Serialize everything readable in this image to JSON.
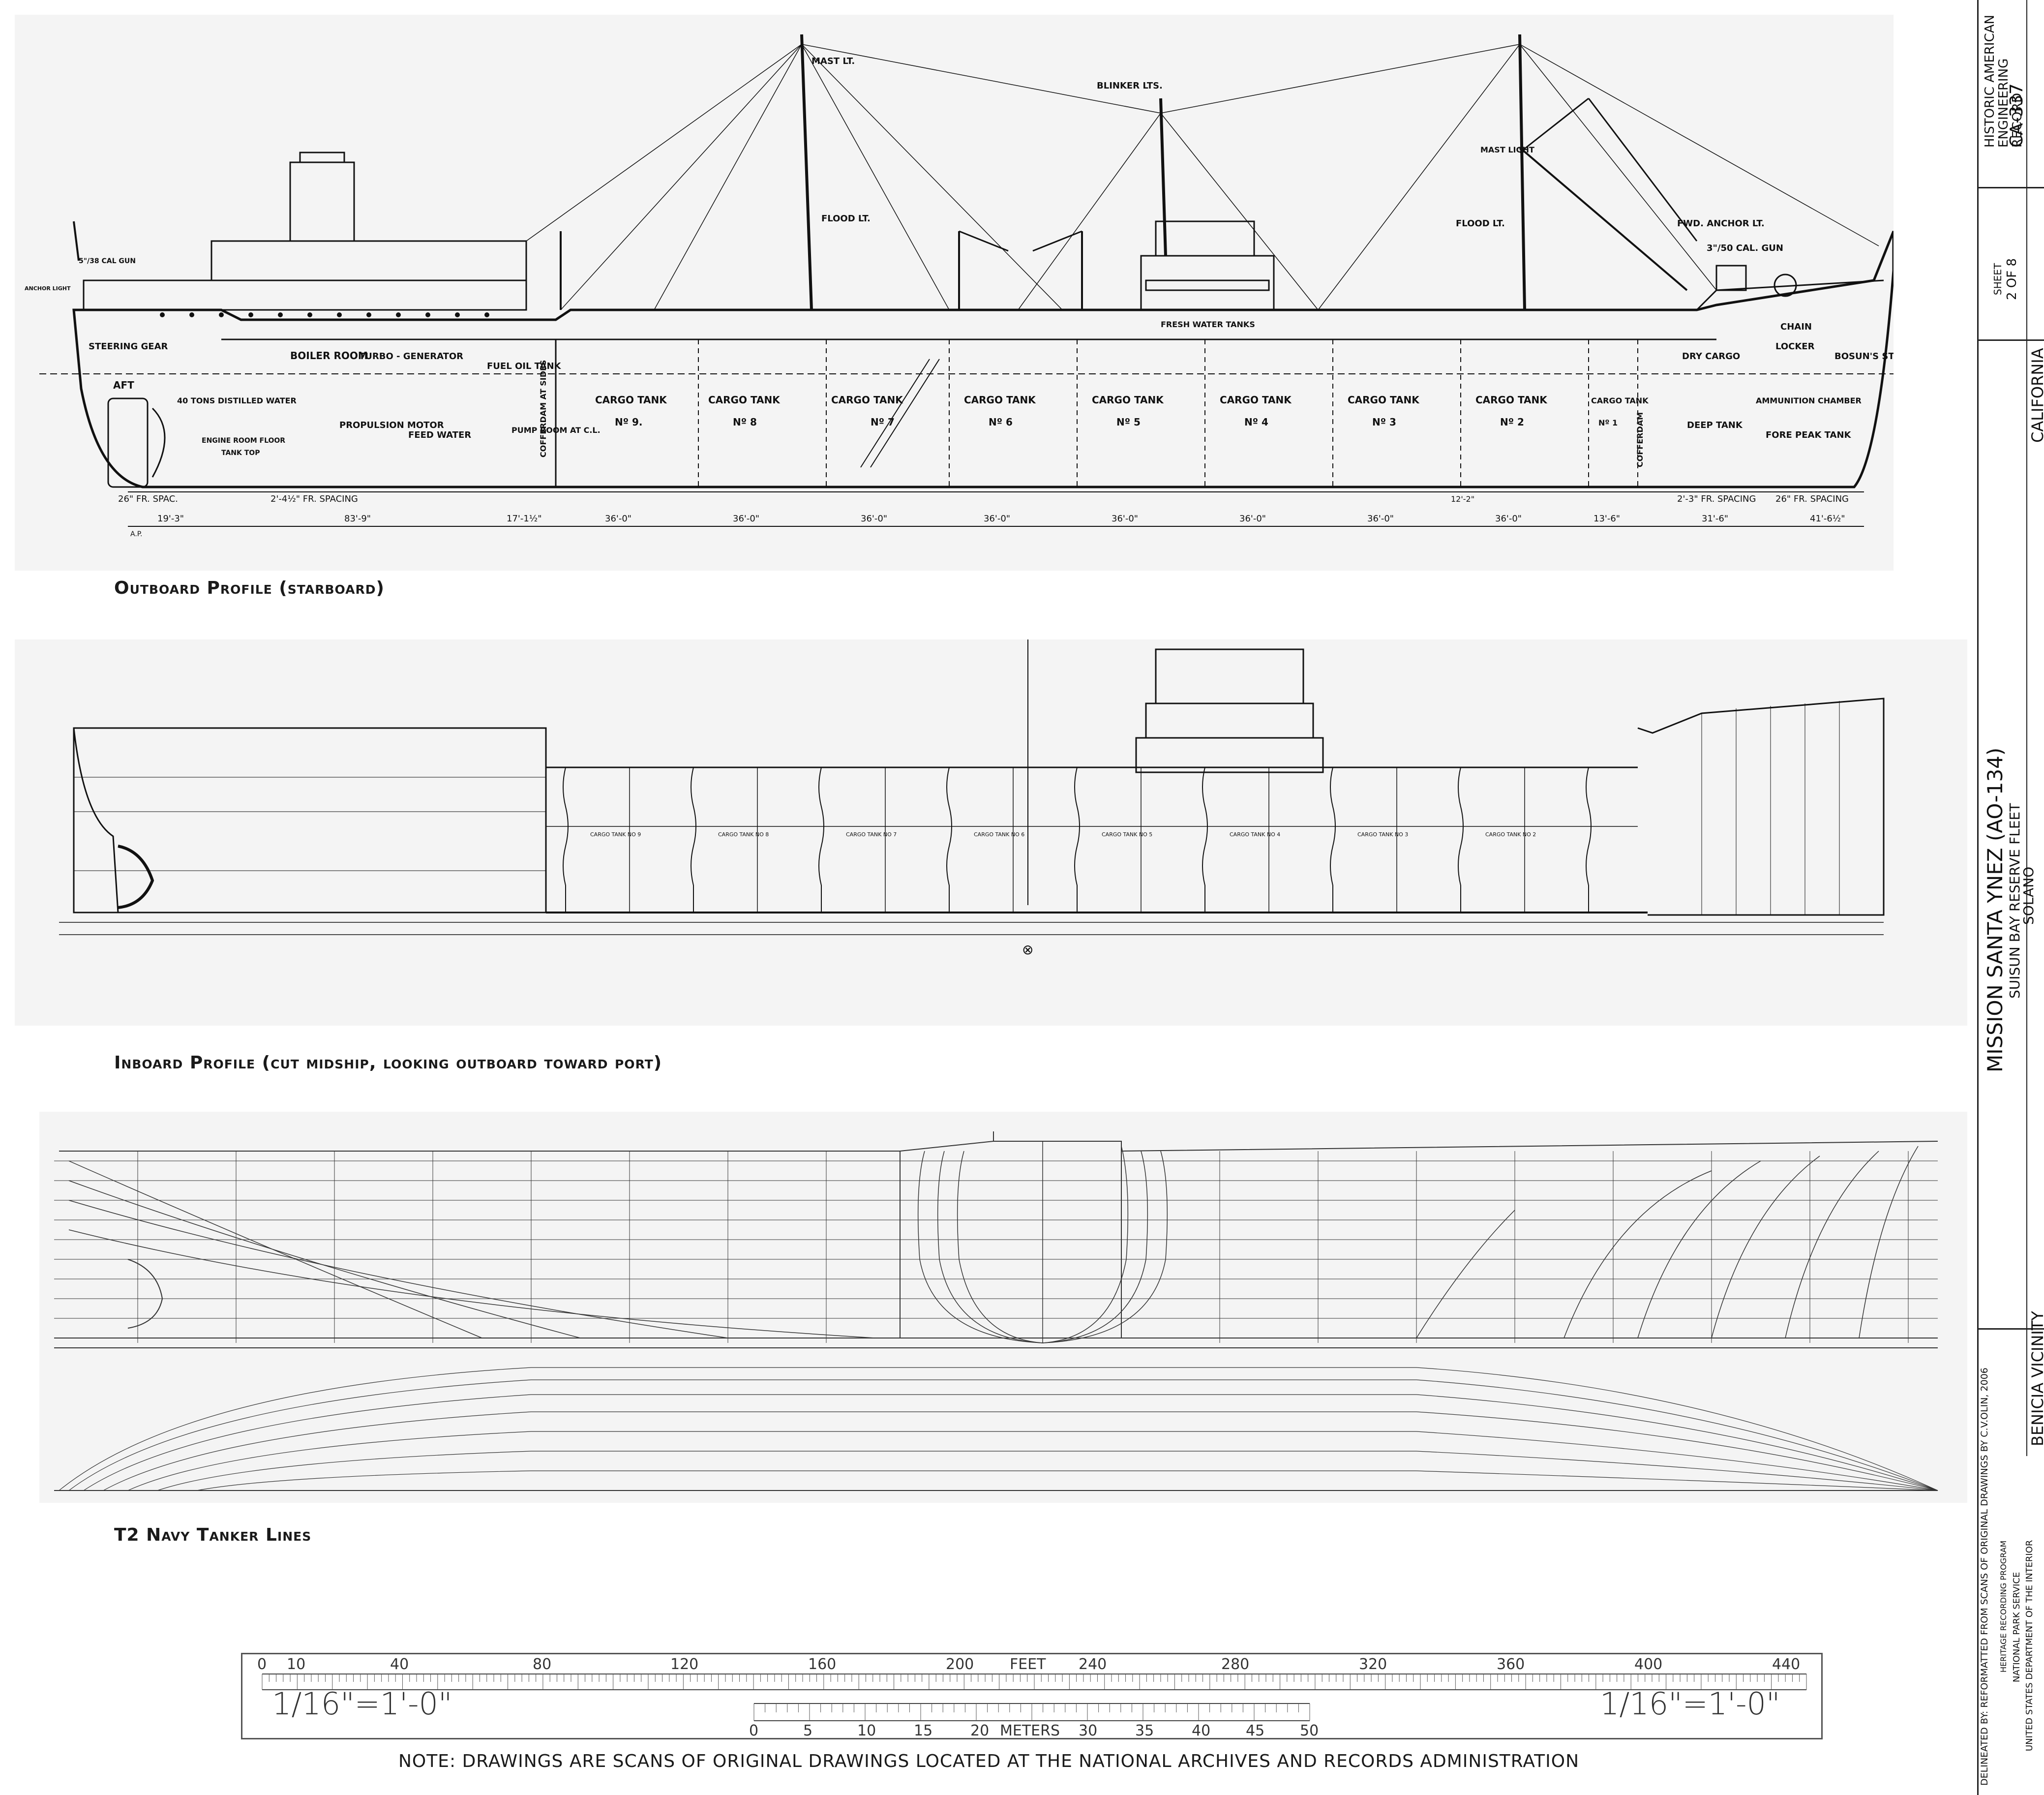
{
  "outboard": {
    "caption": "Outboard Profile (starboard)",
    "labels": {
      "mast_lt_aft": "MAST LT.",
      "blinker": "BLINKER LTS.",
      "mast_light_fwd": "MAST LIGHT",
      "flood_lt_aft": "FLOOD LT.",
      "flood_lt_fwd": "FLOOD LT.",
      "fwd_anchor_lt": "FWD. ANCHOR LT.",
      "gun_aft": "5\"/38 CAL GUN",
      "gun_fwd": "3\"/50 CAL. GUN",
      "anchor_light": "ANCHOR LIGHT",
      "steering_gear": "STEERING GEAR",
      "boiler_room": "BOILER ROOM",
      "turbo_generator": "TURBO - GENERATOR",
      "fuel_oil_tank": "FUEL OIL TANK",
      "propulsion_motor": "PROPULSION MOTOR",
      "feed_water": "FEED WATER",
      "distilled_water": "40 TONS DISTILLED WATER",
      "pump_room": "PUMP ROOM AT C.L.",
      "cofferdam_sides": "COFFERDAM AT SIDES",
      "engine_room_floor": "ENGINE ROOM FLOOR",
      "tank_top": "TANK TOP",
      "fresh_water_tanks": "FRESH WATER TANKS",
      "dry_cargo": "DRY CARGO",
      "deep_tank": "DEEP TANK",
      "cofferdam_fwd": "COFFERDAM",
      "chain": "CHAIN",
      "locker": "LOCKER",
      "bosuns_stores": "BOSUN'S STORES",
      "ammunition_chamber": "AMMUNITION CHAMBER",
      "fore_peak_tank": "FORE PEAK TANK",
      "aft": "AFT",
      "ad": "A.P."
    },
    "tanks": [
      {
        "name": "CARGO TANK",
        "no": "Nº 9."
      },
      {
        "name": "CARGO TANK",
        "no": "Nº 8"
      },
      {
        "name": "CARGO TANK",
        "no": "Nº 7"
      },
      {
        "name": "CARGO TANK",
        "no": "Nº 6"
      },
      {
        "name": "CARGO TANK",
        "no": "Nº 5"
      },
      {
        "name": "CARGO TANK",
        "no": "Nº 4"
      },
      {
        "name": "CARGO TANK",
        "no": "Nº 3"
      },
      {
        "name": "CARGO TANK",
        "no": "Nº 2"
      },
      {
        "name": "CARGO TANK",
        "no": "Nº 1"
      }
    ],
    "spacing": {
      "aft_frame": "26\" FR. SPAC.",
      "engine_frame": "2'-4½\" FR. SPACING",
      "aft_len": "19'-3\"",
      "engine_len": "83'-9\"",
      "pump_len": "17'-1½\"",
      "tank_len": "36'-0\"",
      "mid_spacing": "12'-2\"",
      "fwd_frame_a": "2'-3\" FR. SPACING",
      "fwd_frame_b": "26\" FR. SPACING",
      "fwd_len_a": "31'-6\"",
      "fwd_len_b": "41'-6½\"",
      "cargo1_len": "13'-6\""
    }
  },
  "inboard": {
    "caption": "Inboard Profile (cut midship, looking outboard toward port)",
    "tank_labels": [
      "CARGO TANK NO 9",
      "CARGO TANK NO 8",
      "CARGO TANK NO 7",
      "CARGO TANK NO 6",
      "CARGO TANK NO 5",
      "CARGO TANK NO 4",
      "CARGO TANK NO 3",
      "CARGO TANK NO 2"
    ],
    "midship_symbol": "⊗"
  },
  "lines": {
    "caption": "T2 Navy Tanker Lines"
  },
  "scale": {
    "feet_label": "FEET",
    "feet_ticks": [
      "0",
      "10",
      "40",
      "80",
      "120",
      "160",
      "200",
      "240",
      "280",
      "320",
      "360",
      "400",
      "440"
    ],
    "meters_label": "METERS",
    "meter_ticks": [
      "0",
      "5",
      "10",
      "15",
      "20",
      "30",
      "35",
      "40",
      "45",
      "50"
    ],
    "ratio_left": "1/16\"=1'-0\"",
    "ratio_right": "1/16\"=1'-0\""
  },
  "note": "NOTE: DRAWINGS ARE SCANS OF ORIGINAL DRAWINGS LOCATED AT THE NATIONAL ARCHIVES AND RECORDS ADMINISTRATION",
  "title_block": {
    "record": "HISTORIC AMERICAN ENGINEERING RECORD",
    "record_no": "CA-337",
    "sheet_label": "SHEET",
    "sheet_no": "2 OF 8",
    "state": "CALIFORNIA",
    "name": "MISSION SANTA YNEZ (AO-134)",
    "location": "SUISUN BAY RESERVE FLEET",
    "county": "SOLANO",
    "city": "BENICIA VICINITY",
    "delineator": "DELINEATED BY: REFORMATTED FROM SCANS OF ORIGINAL DRAWINGS BY C.V.OLIN, 2006",
    "agency_program": "HERITAGE RECORDING PROGRAM",
    "agency_service": "NATIONAL PARK SERVICE",
    "agency_dept": "UNITED STATES DEPARTMENT OF THE INTERIOR"
  }
}
